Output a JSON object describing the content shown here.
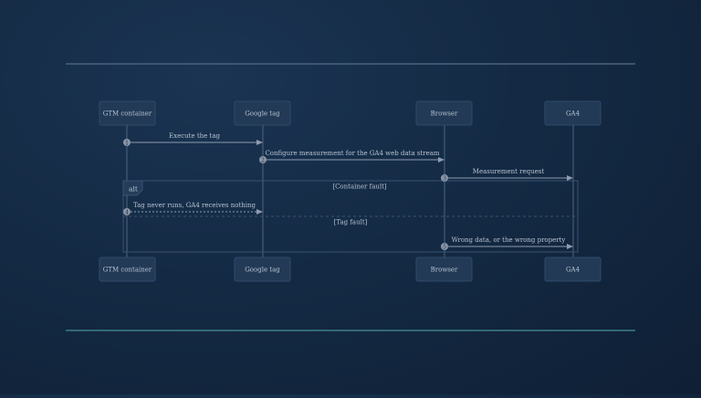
{
  "participants": [
    {
      "id": "gtm",
      "label": "GTM container"
    },
    {
      "id": "gtag",
      "label": "Google tag"
    },
    {
      "id": "browser",
      "label": "Browser"
    },
    {
      "id": "ga4",
      "label": "GA4"
    }
  ],
  "messages": [
    {
      "num": "1",
      "from": "gtm",
      "to": "gtag",
      "label": "Execute the tag",
      "style": "solid"
    },
    {
      "num": "2",
      "from": "gtag",
      "to": "browser",
      "label": "Configure measurement for the GA4 web data stream",
      "style": "solid"
    },
    {
      "num": "3",
      "from": "browser",
      "to": "ga4",
      "label": "Measurement request",
      "style": "solid"
    },
    {
      "num": "4",
      "from": "gtm",
      "to": "gtag",
      "label": "Tag never runs, GA4 receives nothing",
      "style": "dashed"
    },
    {
      "num": "5",
      "from": "browser",
      "to": "ga4",
      "label": "Wrong data, or the wrong property",
      "style": "solid"
    }
  ],
  "fragment": {
    "operator": "alt",
    "guards": [
      "[Container fault]",
      "[Tag fault]"
    ]
  },
  "colors": {
    "line": "#8d9bb0",
    "box_fill": "#223a56",
    "box_stroke": "#2f4a69",
    "text": "#b7c2d1",
    "top_rule": "#4a6282",
    "bottom_rule": "#3d7f86",
    "badge_fill": "#8a96a8",
    "badge_text": "#1a2d45"
  }
}
